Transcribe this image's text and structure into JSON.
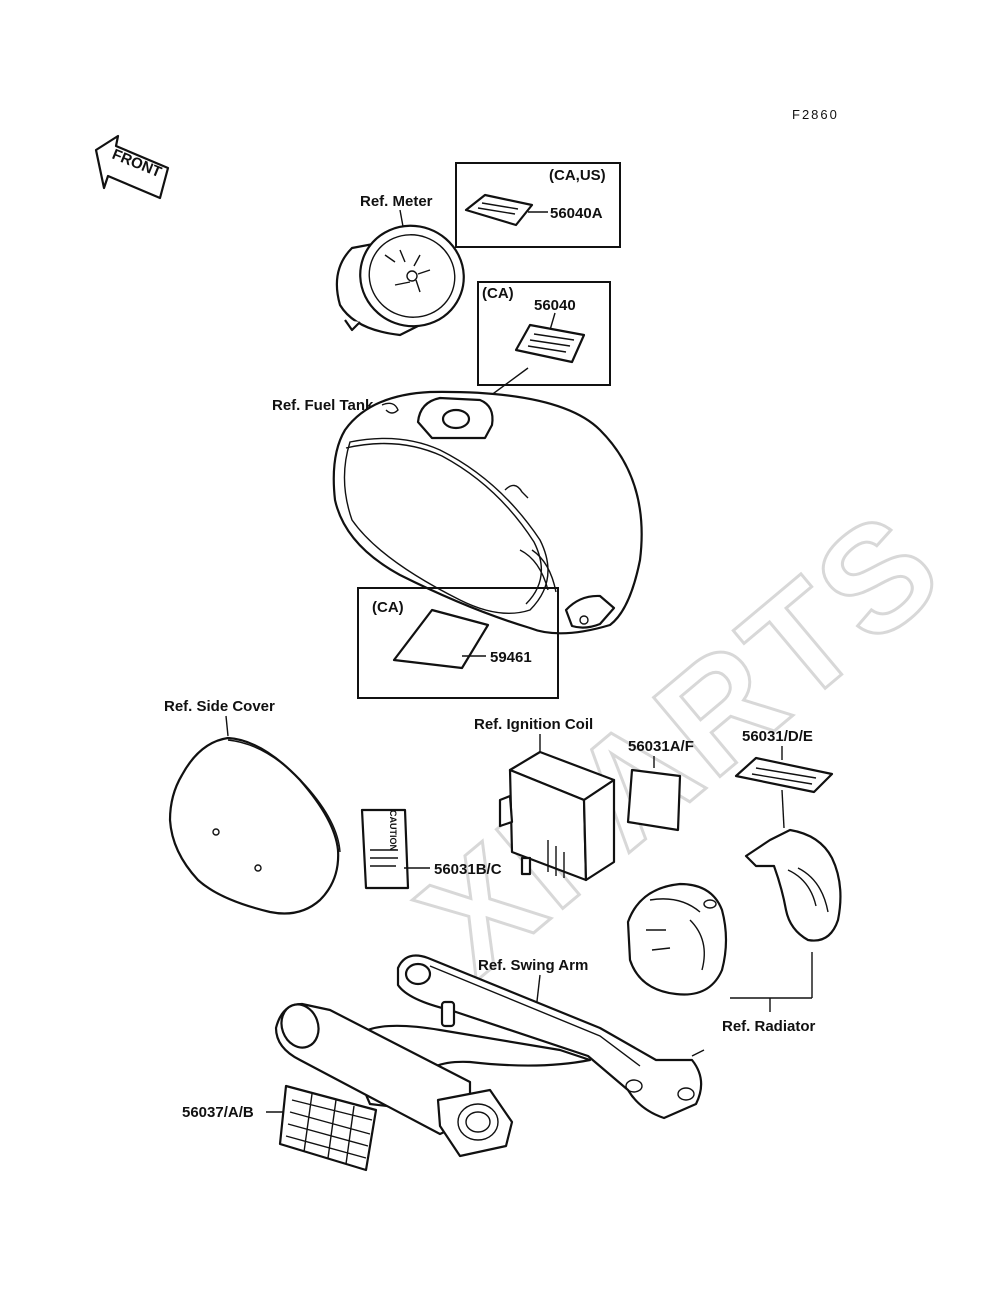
{
  "figure_code": "F2860",
  "front_arrow_label": "FRONT",
  "watermark": "XPARTS",
  "labels": {
    "ref_meter": "Ref. Meter",
    "ref_fuel_tank": "Ref. Fuel Tank",
    "ref_side_cover": "Ref. Side Cover",
    "ref_ignition_coil": "Ref. Ignition Coil",
    "ref_swing_arm": "Ref. Swing Arm",
    "ref_radiator": "Ref. Radiator"
  },
  "boxes": {
    "ca_us": {
      "region": "(CA,US)",
      "part": "56040A"
    },
    "ca_top": {
      "region": "(CA)",
      "part": "56040"
    },
    "ca_bottom": {
      "region": "(CA)",
      "part": "59461"
    }
  },
  "parts": {
    "p56031af": "56031A/F",
    "p56031de": "56031/D/E",
    "p56031bc": "56031B/C",
    "p56037ab": "56037/A/B"
  },
  "caution_text": "CAUTION"
}
